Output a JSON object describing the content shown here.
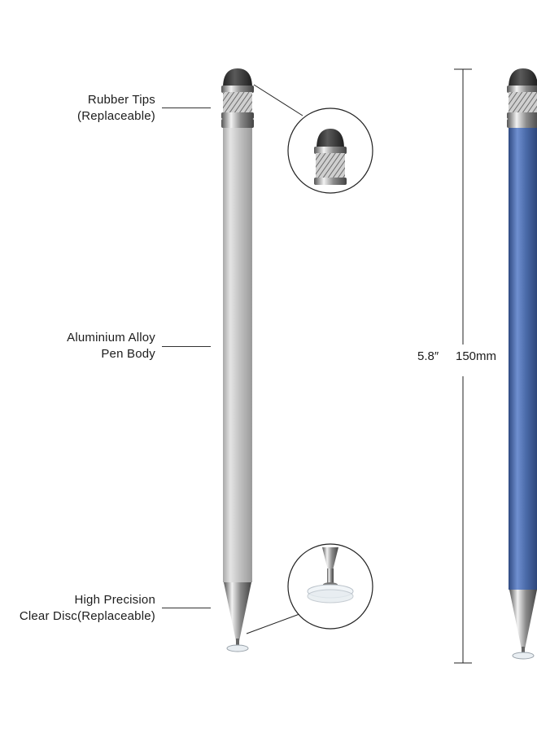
{
  "callouts": {
    "rubber_tips": {
      "line1": "Rubber Tips",
      "line2": "(Replaceable)"
    },
    "pen_body": {
      "line1": "Aluminium Alloy",
      "line2": "Pen Body"
    },
    "clear_disc": {
      "line1": "High Precision",
      "line2": "Clear Disc(Replaceable)"
    }
  },
  "dimension": {
    "inches": "5.8″",
    "millimeters": "150mm"
  },
  "colors": {
    "silver_pen": "#c9c9c9",
    "blue_pen": "#4a6aa8",
    "rubber_tip": "#3a3a3a",
    "metal": "#9aa0a6"
  },
  "icons": {
    "silver_pen": "stylus-pen-silver-icon",
    "blue_pen": "stylus-pen-blue-icon",
    "tip_zoom": "rubber-tip-closeup-icon",
    "disc_zoom": "clear-disc-closeup-icon"
  }
}
